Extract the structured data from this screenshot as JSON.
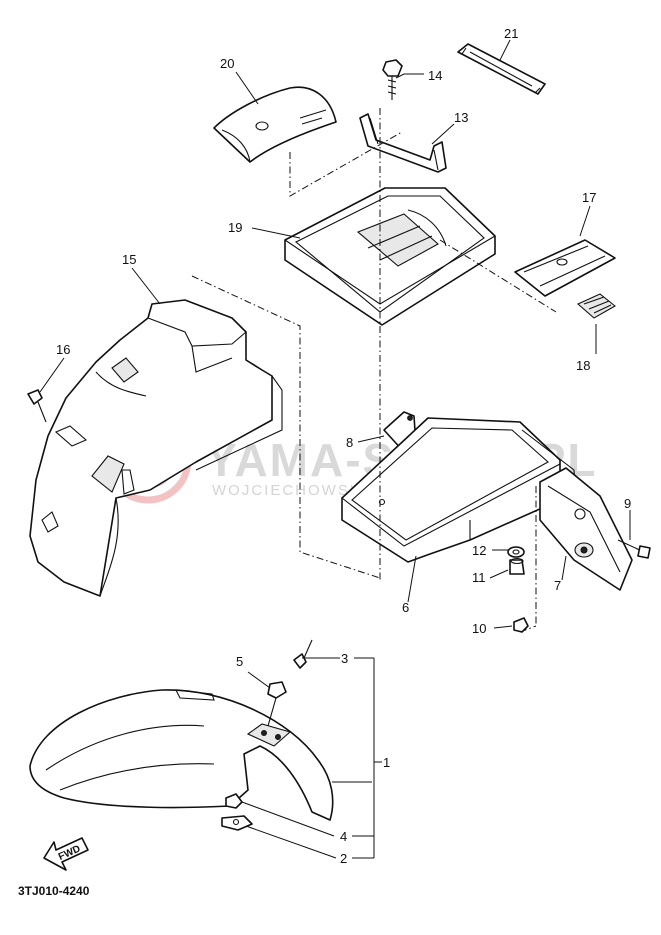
{
  "diagram": {
    "code": "3TJ010-4240",
    "fwd_label": "FWD",
    "watermark": {
      "title": "YAMA-SKLEP.PL",
      "subtitle": "WOJCIECHOWSKI DEALER YAMAHA",
      "logo_color": "#f2b8b8"
    },
    "callouts": [
      {
        "id": "c1",
        "label": "1"
      },
      {
        "id": "c2",
        "label": "2"
      },
      {
        "id": "c3",
        "label": "3"
      },
      {
        "id": "c4",
        "label": "4"
      },
      {
        "id": "c5",
        "label": "5"
      },
      {
        "id": "c6",
        "label": "6"
      },
      {
        "id": "c7",
        "label": "7"
      },
      {
        "id": "c8",
        "label": "8"
      },
      {
        "id": "c9",
        "label": "9"
      },
      {
        "id": "c10",
        "label": "10"
      },
      {
        "id": "c11",
        "label": "11"
      },
      {
        "id": "c12",
        "label": "12"
      },
      {
        "id": "c13",
        "label": "13"
      },
      {
        "id": "c14",
        "label": "14"
      },
      {
        "id": "c15",
        "label": "15"
      },
      {
        "id": "c16",
        "label": "16"
      },
      {
        "id": "c17",
        "label": "17"
      },
      {
        "id": "c18",
        "label": "18"
      },
      {
        "id": "c19",
        "label": "19"
      },
      {
        "id": "c20",
        "label": "20"
      },
      {
        "id": "c21",
        "label": "21"
      }
    ]
  }
}
